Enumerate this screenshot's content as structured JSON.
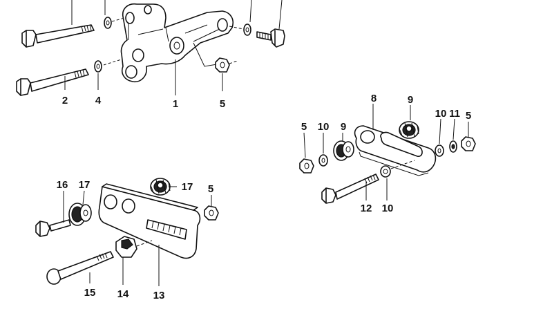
{
  "callouts": [
    {
      "id": "c1",
      "text": "1"
    },
    {
      "id": "c2",
      "text": "2"
    },
    {
      "id": "c4",
      "text": "4"
    },
    {
      "id": "c5a",
      "text": "5"
    },
    {
      "id": "c8",
      "text": "8"
    },
    {
      "id": "c9a",
      "text": "9"
    },
    {
      "id": "c5b",
      "text": "5"
    },
    {
      "id": "c10a",
      "text": "10"
    },
    {
      "id": "c9b",
      "text": "9"
    },
    {
      "id": "c10b",
      "text": "10"
    },
    {
      "id": "c11",
      "text": "11"
    },
    {
      "id": "c5c",
      "text": "5"
    },
    {
      "id": "c12",
      "text": "12"
    },
    {
      "id": "c10c",
      "text": "10"
    },
    {
      "id": "c16",
      "text": "16"
    },
    {
      "id": "c17a",
      "text": "17"
    },
    {
      "id": "c17b",
      "text": "17"
    },
    {
      "id": "c5d",
      "text": "5"
    },
    {
      "id": "c15",
      "text": "15"
    },
    {
      "id": "c14",
      "text": "14"
    },
    {
      "id": "c13",
      "text": "13"
    }
  ]
}
